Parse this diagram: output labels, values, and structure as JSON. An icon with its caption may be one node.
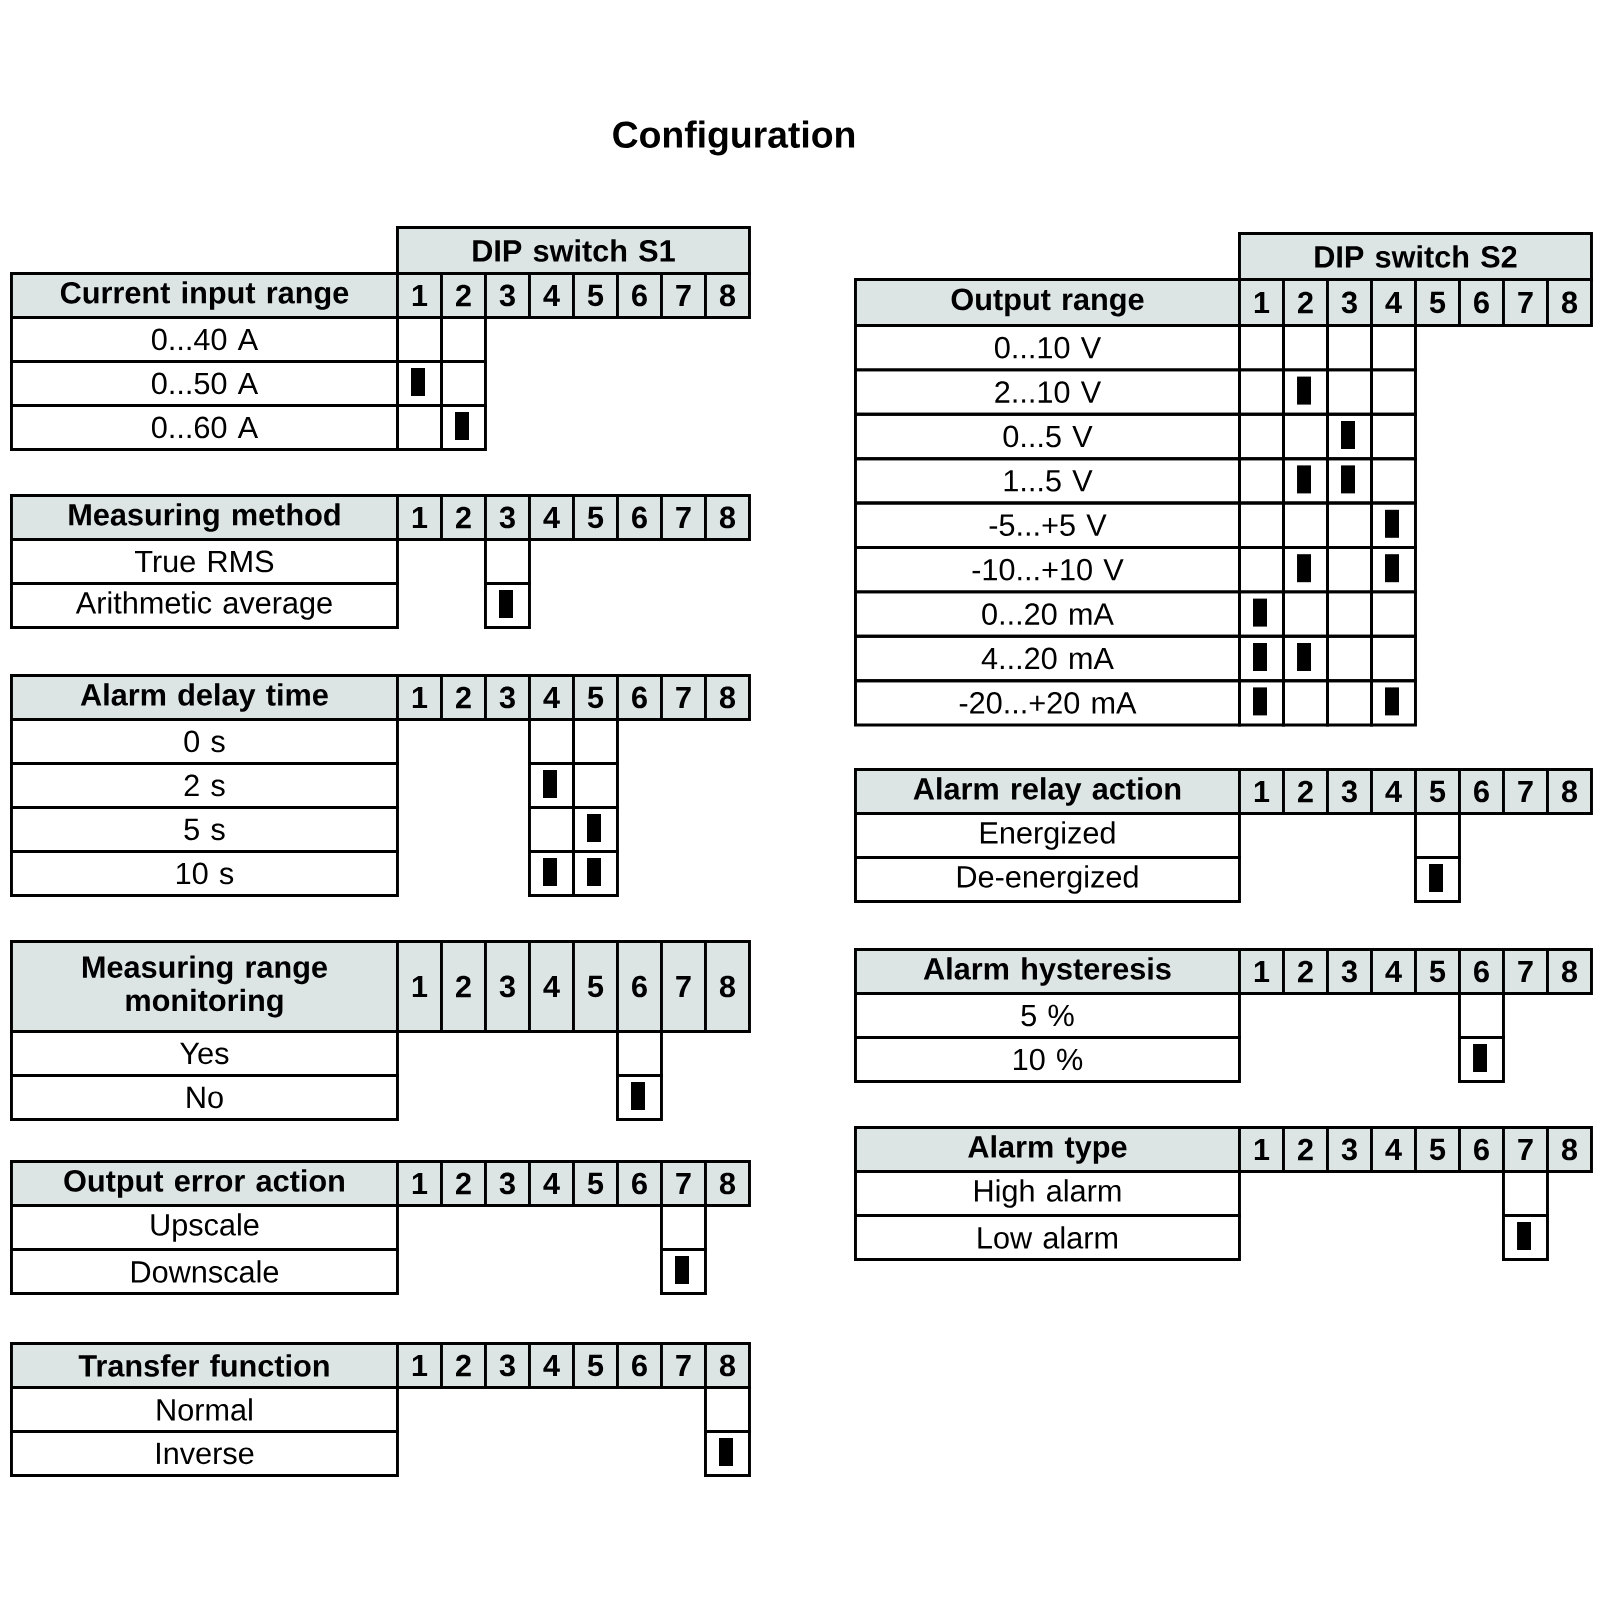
{
  "diagram": {
    "title": "Configuration",
    "labels": [
      "DIP switch S1",
      "Current input range",
      "1",
      "2",
      "3",
      "4",
      "5",
      "6",
      "7",
      "8",
      "0...40 A",
      "0...50 A",
      "0...60 A",
      "Measuring method",
      "1",
      "2",
      "3",
      "4",
      "5",
      "6",
      "7",
      "8",
      "True RMS",
      "Arithmetic average",
      "Alarm delay time",
      "1",
      "2",
      "3",
      "4",
      "5",
      "6",
      "7",
      "8",
      "0 s",
      "2 s",
      "5 s",
      "10 s",
      "Measuring range monitoring",
      "1",
      "2",
      "3",
      "4",
      "5",
      "6",
      "7",
      "8",
      "Yes",
      "No",
      "Output error action",
      "1",
      "2",
      "3",
      "4",
      "5",
      "6",
      "7",
      "8",
      "Upscale",
      "Downscale",
      "Transfer function",
      "1",
      "2",
      "3",
      "4",
      "5",
      "6",
      "7",
      "8",
      "Normal",
      "Inverse",
      "DIP switch S2",
      "Output range",
      "1",
      "2",
      "3",
      "4",
      "5",
      "6",
      "7",
      "8",
      "0...10 V",
      "2...10 V",
      "0...5 V",
      "1...5 V",
      "-5...+5 V",
      "-10...+10 V",
      "0...20 mA",
      "4...20 mA",
      "-20...+20 mA",
      "Alarm relay action",
      "1",
      "2",
      "3",
      "4",
      "5",
      "6",
      "7",
      "8",
      "Energized",
      "De-energized",
      "Alarm hysteresis",
      "1",
      "2",
      "3",
      "4",
      "5",
      "6",
      "7",
      "8",
      "5 %",
      "10 %",
      "Alarm type",
      "1",
      "2",
      "3",
      "4",
      "5",
      "6",
      "7",
      "8",
      "High alarm",
      "Low alarm"
    ]
  }
}
